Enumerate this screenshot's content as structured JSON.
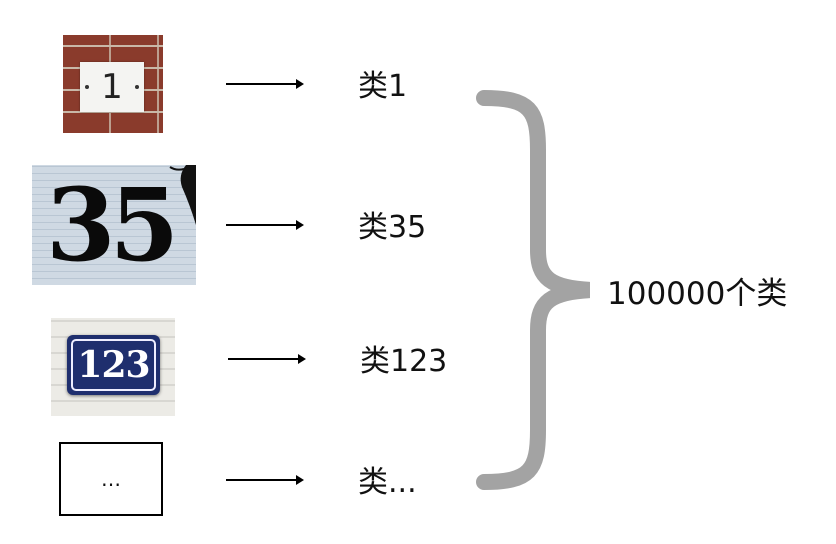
{
  "rows": [
    {
      "sign_text": "1",
      "label": "类1"
    },
    {
      "sign_text": "35",
      "label": "类35"
    },
    {
      "sign_text": "123",
      "label": "类123"
    },
    {
      "sign_text": "…",
      "label": "类..."
    }
  ],
  "total_label": "100000个类",
  "colors": {
    "brace": "#a3a3a3",
    "arrow": "#000000",
    "sign_blue": "#1f2f6e",
    "brick": "#8a3b2c"
  }
}
